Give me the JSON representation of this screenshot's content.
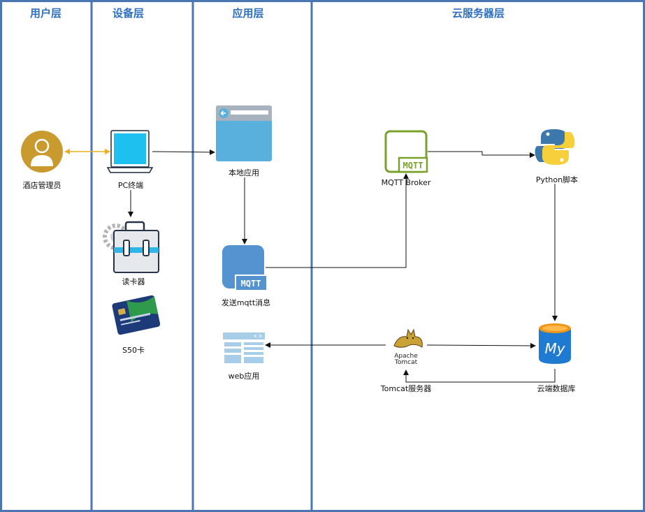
{
  "lanes": [
    {
      "title": "用户层"
    },
    {
      "title": "设备层"
    },
    {
      "title": "应用层"
    },
    {
      "title": "云服务器层"
    }
  ],
  "nodes": {
    "hotel_manager": "酒店管理员",
    "pc": "PC终端",
    "card_reader": "读卡器",
    "s50_card": "S50卡",
    "local_app": "本地应用",
    "send_mqtt": "发送mqtt消息",
    "web_app": "web应用",
    "mqtt_broker": "MQTT Broker",
    "python_script": "Python脚本",
    "tomcat": "Tomcat服务器",
    "cloud_db": "云端数据库"
  },
  "icon_text": {
    "mqtt_badge": "MQTT",
    "tomcat_line1": "Apache",
    "tomcat_line2": "Tomcat",
    "mysql_mark": "My"
  },
  "colors": {
    "lane_border": "#4a76b3",
    "lane_title": "#2f6fbf",
    "arrow": "#111111",
    "user_link": "#e8b020",
    "avatar": "#c99a2e",
    "mqtt_green": "#7aa22a",
    "mqtt_blue": "#5592d0",
    "mysql_blue": "#1f7ad2"
  }
}
